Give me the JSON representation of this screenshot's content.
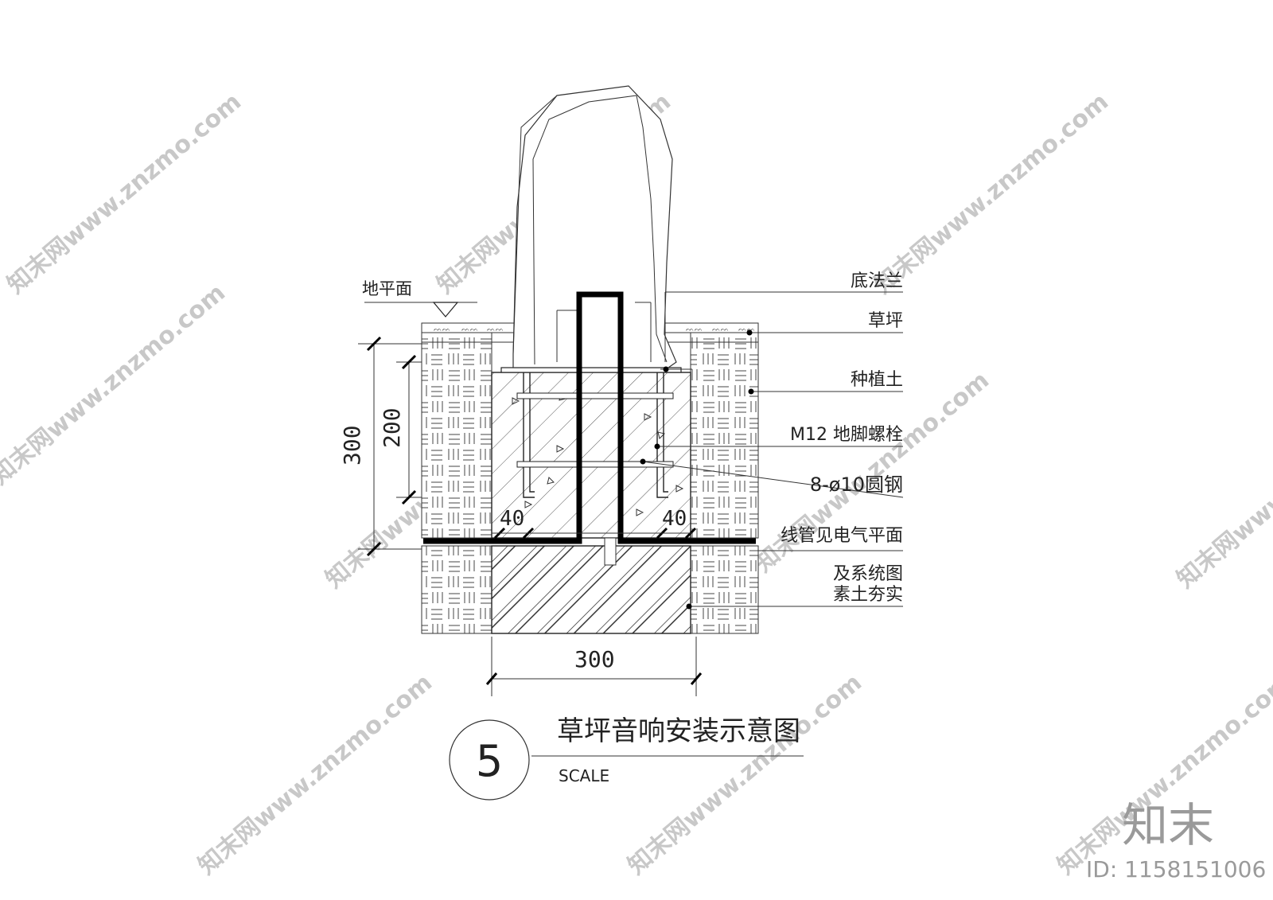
{
  "diagram": {
    "title": "草坪音响安装示意图",
    "scale_label": "SCALE",
    "detail_number": "5",
    "labels": {
      "ground_level": "地平面",
      "base_flange": "底法兰",
      "lawn": "草坪",
      "planting_soil": "种植土",
      "anchor_bolt": "M12 地脚螺栓",
      "round_steel": "8-ø10圆钢",
      "conduit_line1": "线管见电气平面",
      "conduit_line2": "及系统图",
      "compacted_soil": "素土夯实"
    },
    "dimensions": {
      "width": "300",
      "height_total": "300",
      "height_inner": "200",
      "inset_left": "40",
      "inset_right": "40"
    }
  },
  "watermark": {
    "text": "知末网www.znzmo.com",
    "brand": "知末",
    "id": "ID: 1158151006"
  }
}
